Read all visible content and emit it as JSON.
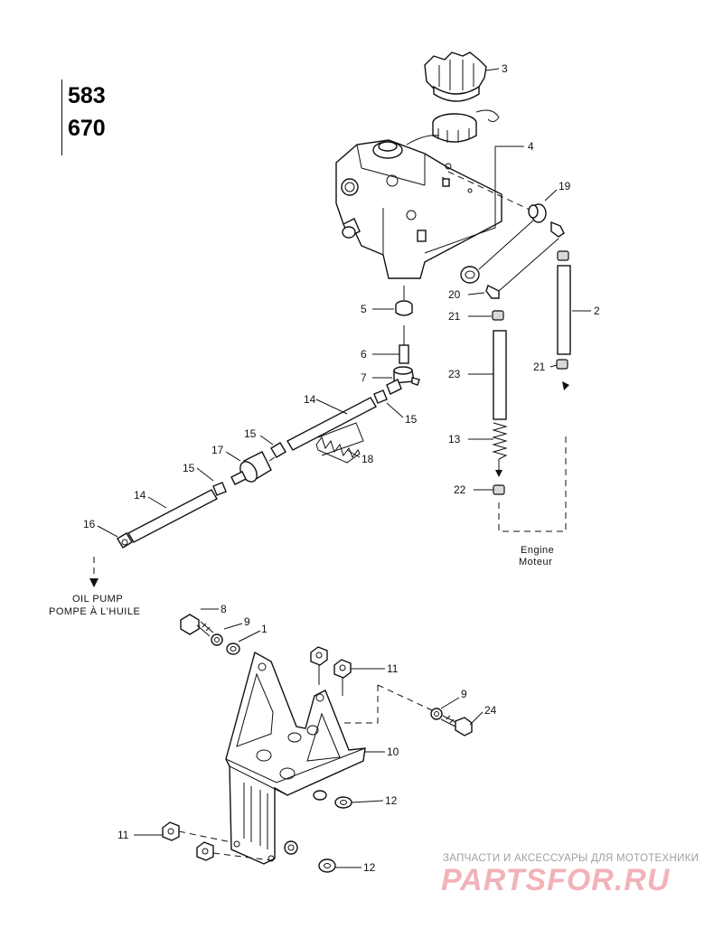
{
  "models": [
    "583",
    "670"
  ],
  "notes": {
    "engine": [
      "Engine",
      "Moteur"
    ],
    "oil_pump": [
      "OIL PUMP",
      "POMPE À L'HUILE"
    ]
  },
  "callouts": {
    "c1": "1",
    "c2": "2",
    "c3": "3",
    "c4": "4",
    "c5": "5",
    "c6": "6",
    "c7": "7",
    "c8": "8",
    "c9a": "9",
    "c9b": "9",
    "c10": "10",
    "c11a": "11",
    "c11b": "11",
    "c12a": "12",
    "c12b": "12",
    "c13": "13",
    "c14a": "14",
    "c14b": "14",
    "c15a": "15",
    "c15b": "15",
    "c15c": "15",
    "c16": "16",
    "c17": "17",
    "c18": "18",
    "c19": "19",
    "c20": "20",
    "c21a": "21",
    "c21b": "21",
    "c22": "22",
    "c23": "23",
    "c24": "24"
  },
  "watermark": {
    "tagline": "ЗАПЧАСТИ И АКСЕССУАРЫ ДЛЯ МОТОТЕХНИКИ",
    "logo": "PARTSFOR.RU",
    "color": "#f2b3b8"
  }
}
